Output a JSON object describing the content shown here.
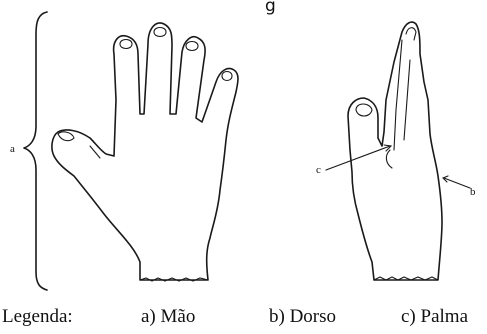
{
  "figure": {
    "top_word": "g",
    "bracket_label": "a",
    "pointer_b": "b",
    "pointer_c": "c"
  },
  "caption": {
    "legend": "Legenda:",
    "item_a": "a) Mão",
    "item_b": "b) Dorso",
    "item_c": "c) Palma"
  }
}
